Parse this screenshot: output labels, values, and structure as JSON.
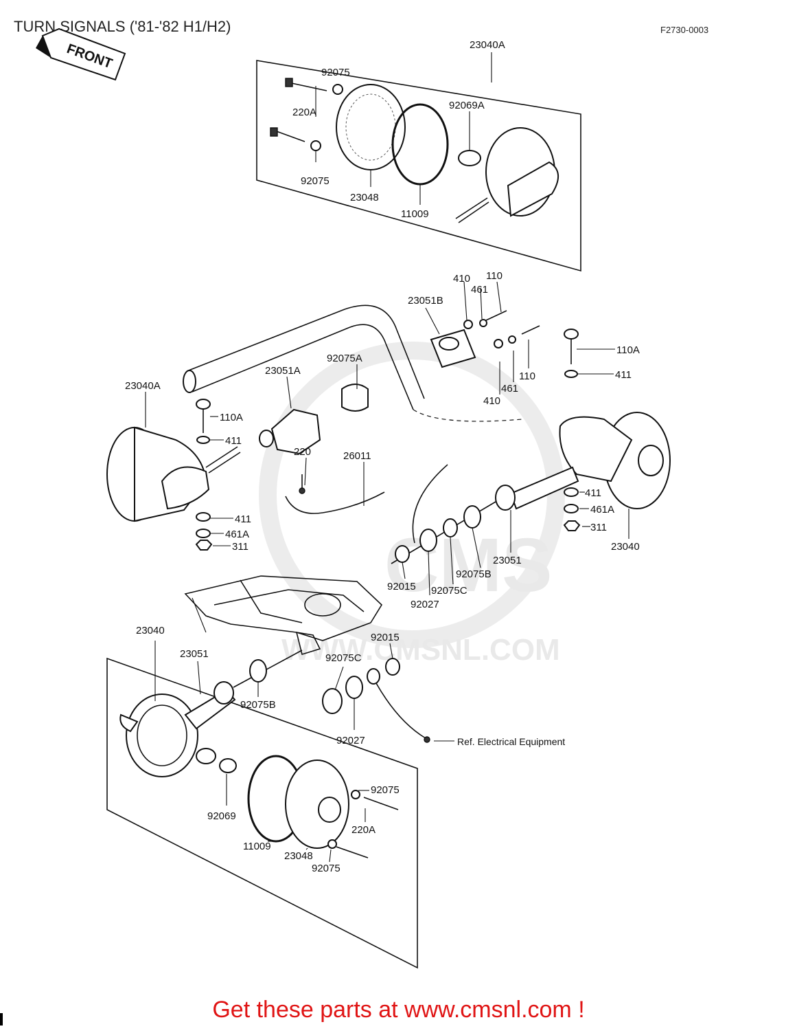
{
  "header": {
    "title": "TURN SIGNALS ('81-'82 H1/H2)",
    "code": "F2730-0003"
  },
  "front_marker": "FRONT",
  "watermark": {
    "url": "WWW.CMSNL.COM",
    "brand": "CMS"
  },
  "parts": {
    "p23040A_top": "23040A",
    "p92075_a": "92075",
    "p220A_a": "220A",
    "p92069A": "92069A",
    "p92075_b": "92075",
    "p23048_a": "23048",
    "p11009_a": "11009",
    "p410_a": "410",
    "p110_a": "110",
    "p461_a": "461",
    "p23051B": "23051B",
    "p110A_a": "110A",
    "p411_a": "411",
    "p92075A": "92075A",
    "p23051A": "23051A",
    "p110_b": "110",
    "p461_b": "461",
    "p410_b": "410",
    "p23040A_left": "23040A",
    "p110A_b": "110A",
    "p411_b": "411",
    "p220": "220",
    "p26011": "26011",
    "p411_c": "411",
    "p461A_a": "461A",
    "p311_a": "311",
    "p411_d": "411",
    "p461A_b": "461A",
    "p311_b": "311",
    "p23040_right": "23040",
    "p23051_right": "23051",
    "p92075B_a": "92075B",
    "p92075C_a": "92075C",
    "p92015_a": "92015",
    "p92027_a": "92027",
    "p23040_bottom": "23040",
    "p23051_bottom": "23051",
    "p92015_b": "92015",
    "p92075C_b": "92075C",
    "p92075B_b": "92075B",
    "p92027_b": "92027",
    "ref_electrical": "Ref.  Electrical Equipment",
    "p92069": "92069",
    "p92075_c": "92075",
    "p220A_b": "220A",
    "p11009_b": "11009",
    "p23048_b": "23048",
    "p92075_d": "92075"
  },
  "footer": {
    "promo": "Get these parts at www.cmsnl.com !"
  }
}
